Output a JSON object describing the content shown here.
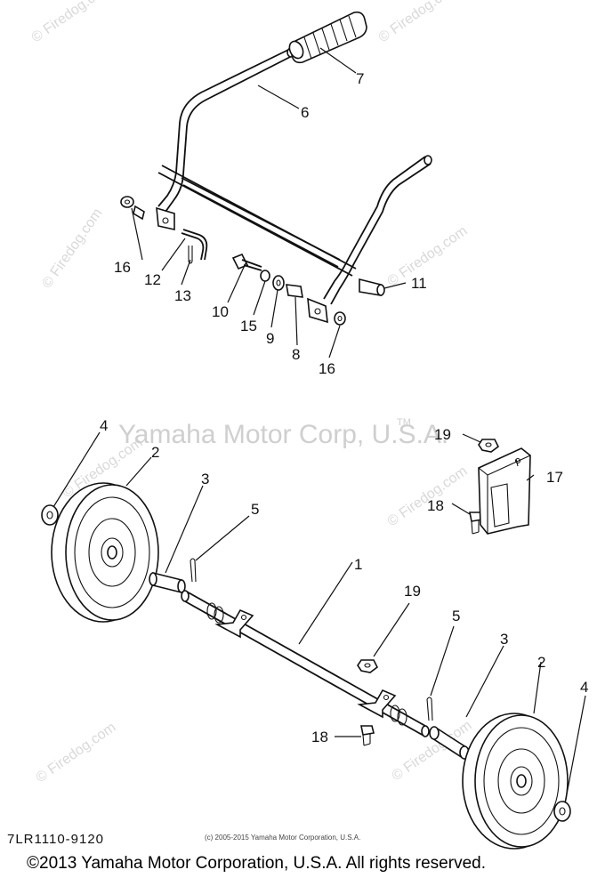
{
  "watermark": {
    "site": "© Firedog.com",
    "brand": "Yamaha Motor Corp, U.S.A.",
    "trademark": "TM"
  },
  "callouts": {
    "p1": "1",
    "p2a": "2",
    "p2b": "2",
    "p3a": "3",
    "p3b": "3",
    "p4a": "4",
    "p4b": "4",
    "p5a": "5",
    "p5b": "5",
    "p6": "6",
    "p7": "7",
    "p8": "8",
    "p9": "9",
    "p10": "10",
    "p11": "11",
    "p12": "12",
    "p13": "13",
    "p15": "15",
    "p16a": "16",
    "p16b": "16",
    "p17": "17",
    "p18a": "18",
    "p18b": "18",
    "p19a": "19",
    "p19b": "19"
  },
  "diagram_code": "7LR1110-9120",
  "small_copyright": "(c) 2005-2015 Yamaha Motor Corporation, U.S.A.",
  "footer_copyright": "©2013 Yamaha Motor Corporation, U.S.A. All rights reserved."
}
